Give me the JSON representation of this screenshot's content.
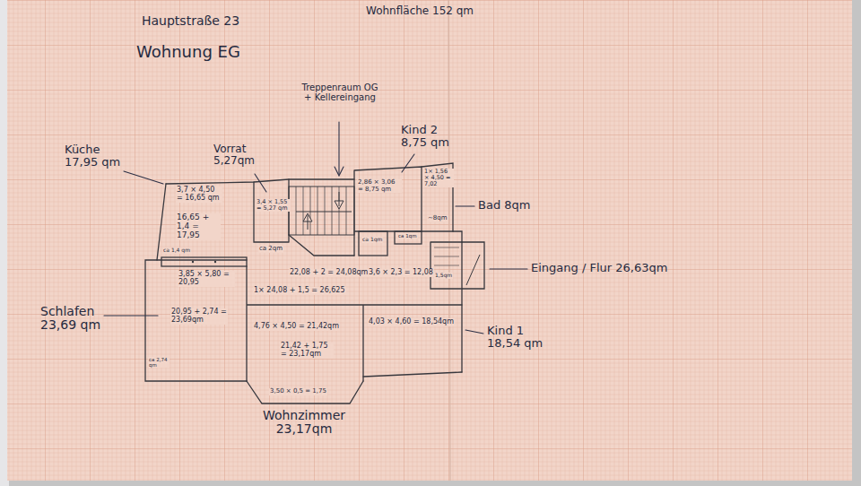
{
  "diagram": {
    "title": "Wohnung EG",
    "labels": [
      "Hauptstraße 23",
      "Wohnfläche 152 qm",
      "Treppenraum OG + Kellereingang",
      "Küche 17,95 qm",
      "Vorrat 5,27qm",
      "Kind 2 8,75 qm",
      "3,7 × 4,50 = 16,65 qm",
      "16,65 + 1,4 = 17,95",
      "3,4 × 1,55 = 5,27 qm",
      "2,86 × 3,06 = 8,75 qm",
      "1× 1,56 × 4,50 = 7,02",
      "Bad 8qm",
      "~8qm",
      "ca 1,4 qm",
      "ca 1qm",
      "ca 1qm",
      "ca 2qm",
      "22,08 + 2 = 24,08qm",
      "3,6 × 2,3 = 12,08",
      "1,5qm",
      "Eingang / Flur 26,63qm",
      "3,85 × 5,80 = 20,95",
      "1× 24,08 + 1,5 = 26,625",
      "Schlafen 23,69 qm",
      "20,95 + 2,74 = 23,69qm",
      "4,76 × 4,50 = 21,42qm",
      "4,03 × 4,60 = 18,54qm",
      "Kind 1 18,54 qm",
      "21,42 + 1,75 = 23,17qm",
      "ca 2,74 qm",
      "3,50 × 0,5 = 1,75",
      "Wohnzimmer 23,17qm"
    ]
  }
}
